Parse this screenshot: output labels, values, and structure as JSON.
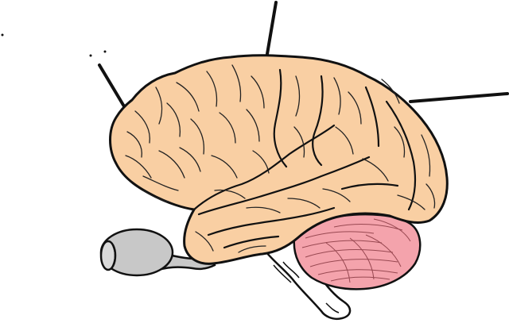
{
  "diagram": {
    "labels": [],
    "colors": {
      "cerebrum_fill": "#F9CFA3",
      "cerebellum_fill": "#F4A3AC",
      "brainstem_fill": "#FFFFFF",
      "eye_fill": "#C8C8C8",
      "outline": "#111111",
      "background": "#FFFFFF"
    },
    "parts": [
      {
        "id": "cerebrum"
      },
      {
        "id": "cerebellum"
      },
      {
        "id": "brainstem"
      },
      {
        "id": "eyeball"
      },
      {
        "id": "optic-nerve"
      },
      {
        "id": "leader-line-frontal"
      },
      {
        "id": "leader-line-parietal"
      },
      {
        "id": "leader-line-occipital"
      }
    ]
  }
}
